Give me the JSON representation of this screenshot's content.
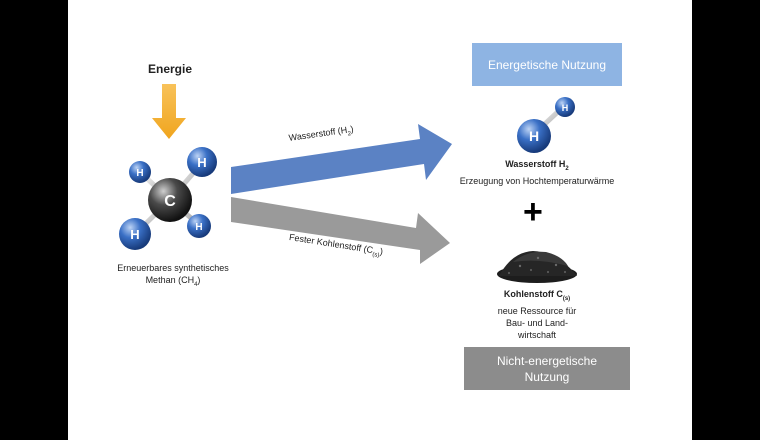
{
  "energy_label": "Energie",
  "methane": {
    "atom_c": "C",
    "atom_h": "H",
    "caption_line1": "Erneuerbares synthetisches",
    "caption_line2_prefix": "Methan (CH",
    "caption_line2_sub": "4",
    "caption_line2_suffix": ")"
  },
  "arrows": {
    "hydrogen": {
      "prefix": "Wasserstoff (H",
      "sub": "2",
      "suffix": ")"
    },
    "carbon": {
      "prefix": "Fester Kohlenstoff (C",
      "sub": "(s)",
      "suffix": ")"
    }
  },
  "energetic_box": "Energetische Nutzung",
  "hydrogen_product": {
    "title_prefix": "Wasserstoff H",
    "title_sub": "2",
    "line2": "Erzeugung von Hochtemperaturwärme"
  },
  "plus_sign": "+",
  "carbon_product": {
    "title_prefix": "Kohlenstoff C",
    "title_sub": "(s)",
    "line2": "neue Ressource für",
    "line3": "Bau- und Land-",
    "line4": "wirtschaft"
  },
  "non_energetic_box": {
    "line1": "Nicht-energetische",
    "line2": "Nutzung"
  },
  "colors": {
    "arrow_blue": "#5b82c4",
    "arrow_grey": "#9a9a9a",
    "energy_arrow": "#f5b335",
    "atom_blue": "#2f62b8",
    "atom_dark": "#3a3a3a"
  }
}
